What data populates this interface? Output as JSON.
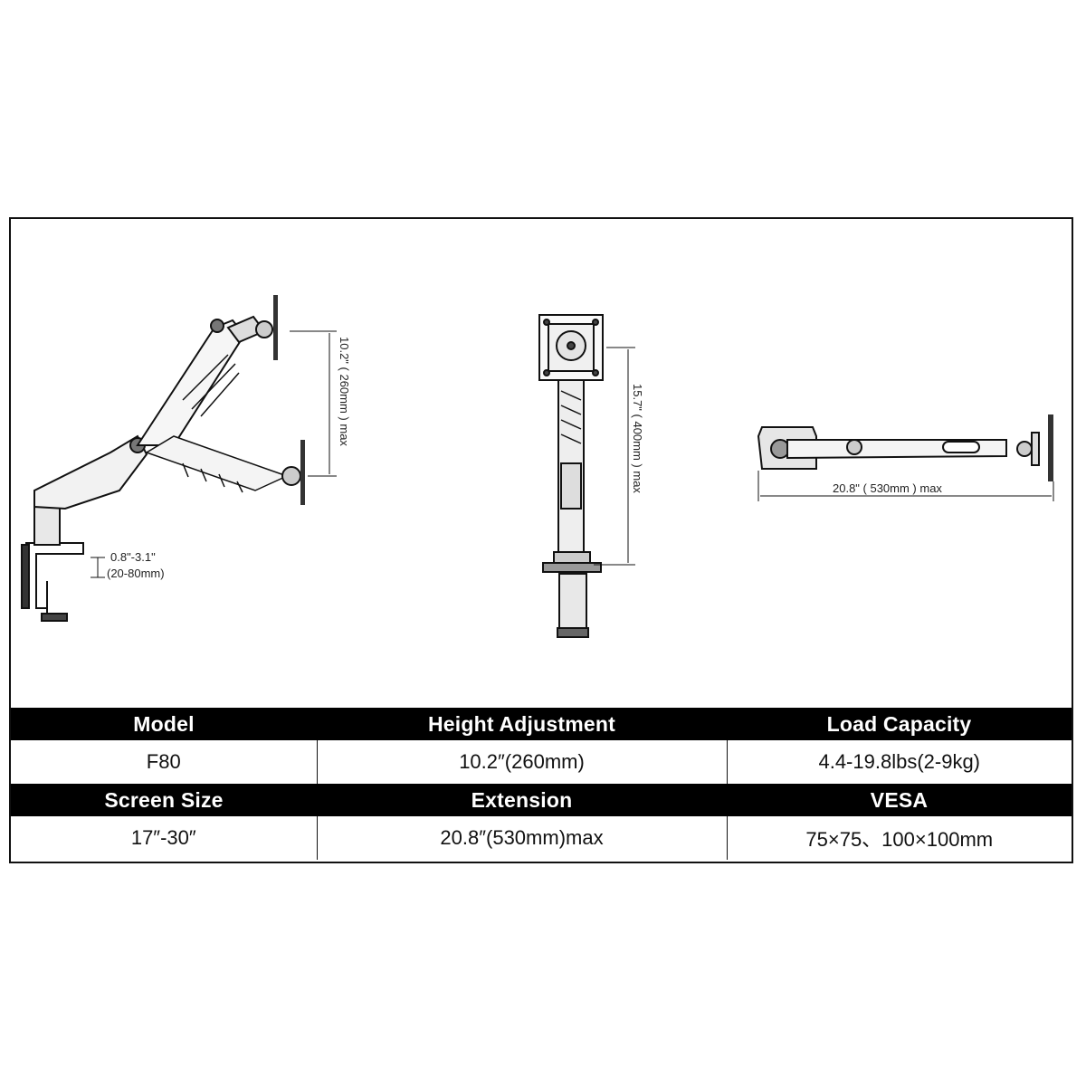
{
  "diagram": {
    "side_view": {
      "height_dim": "10.2\" ( 260mm ) max",
      "clamp_dim_line1": "0.8\"-3.1\"",
      "clamp_dim_line2": "(20-80mm)"
    },
    "front_view": {
      "height_dim": "15.7\" ( 400mm ) max"
    },
    "top_view": {
      "extension_dim": "20.8\" ( 530mm ) max"
    }
  },
  "specs": {
    "row1_headers": [
      "Model",
      "Height Adjustment",
      "Load Capacity"
    ],
    "row1_values": [
      "F80",
      "10.2″(260mm)",
      "4.4-19.8lbs(2-9kg)"
    ],
    "row2_headers": [
      "Screen Size",
      "Extension",
      "VESA"
    ],
    "row2_values": [
      "17″-30″",
      "20.8″(530mm)max",
      "75×75、100×100mm"
    ]
  }
}
